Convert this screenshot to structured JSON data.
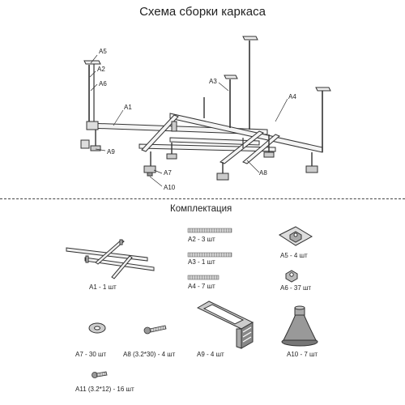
{
  "title": "Схема сборки каркаса",
  "kit_title": "Комплектация",
  "labels": {
    "A1": "A1",
    "A2": "A2",
    "A3": "A3",
    "A4": "A4",
    "A5": "A5",
    "A6": "A6",
    "A7": "A7",
    "A8": "A8",
    "A9": "A9",
    "A10": "A10"
  },
  "parts": [
    {
      "id": "A1",
      "caption": "A1 - 1 шт"
    },
    {
      "id": "A2",
      "caption": "A2 - 3 шт"
    },
    {
      "id": "A3",
      "caption": "A3 - 1 шт"
    },
    {
      "id": "A4",
      "caption": "A4 - 7 шт"
    },
    {
      "id": "A5",
      "caption": "A5 - 4 шт"
    },
    {
      "id": "A6",
      "caption": "A6 - 37 шт"
    },
    {
      "id": "A7",
      "caption": "A7 - 30 шт"
    },
    {
      "id": "A8",
      "caption": "A8 (3.2*30) - 4 шт"
    },
    {
      "id": "A9",
      "caption": "A9 - 4 шт"
    },
    {
      "id": "A10",
      "caption": "A10 - 7 шт"
    },
    {
      "id": "A11",
      "caption": "A11 (3.2*12) - 16 шт"
    }
  ]
}
